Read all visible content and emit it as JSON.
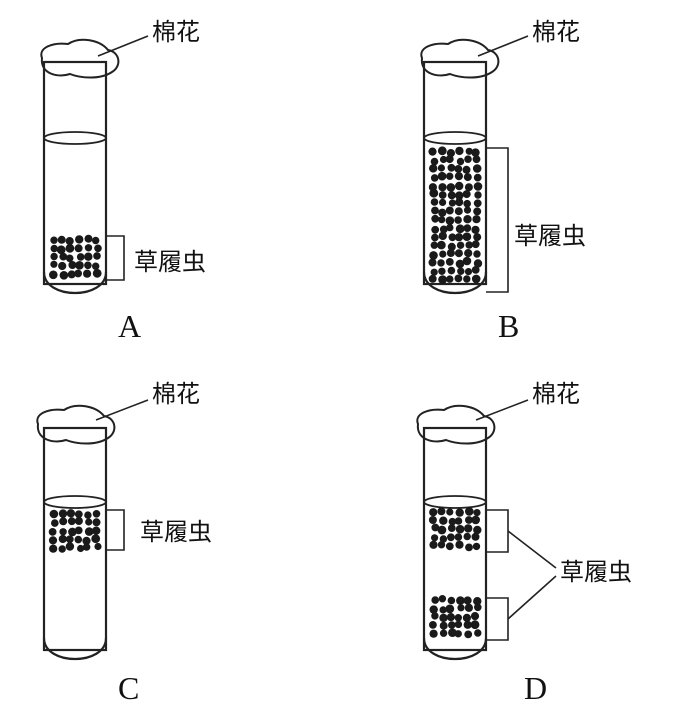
{
  "labels": {
    "cotton": "棉花",
    "paramecium": "草履虫"
  },
  "panels": [
    {
      "id": "A",
      "caption": "A",
      "paramecium_position": "bottom"
    },
    {
      "id": "B",
      "caption": "B",
      "paramecium_position": "whole-liquid"
    },
    {
      "id": "C",
      "caption": "C",
      "paramecium_position": "top"
    },
    {
      "id": "D",
      "caption": "D",
      "paramecium_position": "top-and-bottom"
    }
  ],
  "colors": {
    "ink": "#1a1a1a",
    "background": "#ffffff"
  }
}
